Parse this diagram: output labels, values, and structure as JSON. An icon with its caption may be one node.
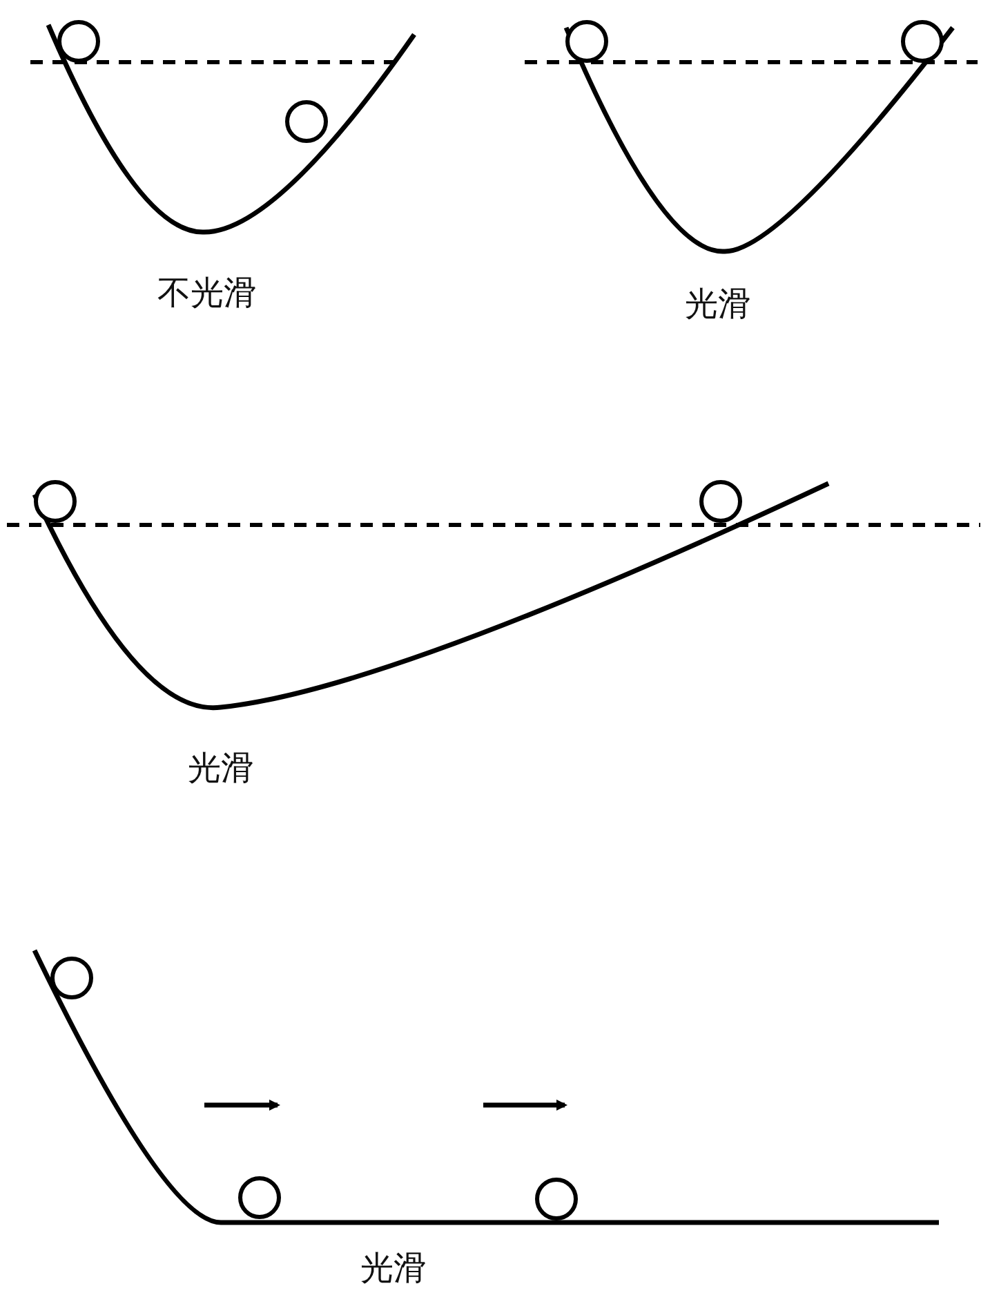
{
  "diagram": {
    "labels": [
      "不光滑",
      "光滑",
      "光滑",
      "光滑"
    ]
  }
}
